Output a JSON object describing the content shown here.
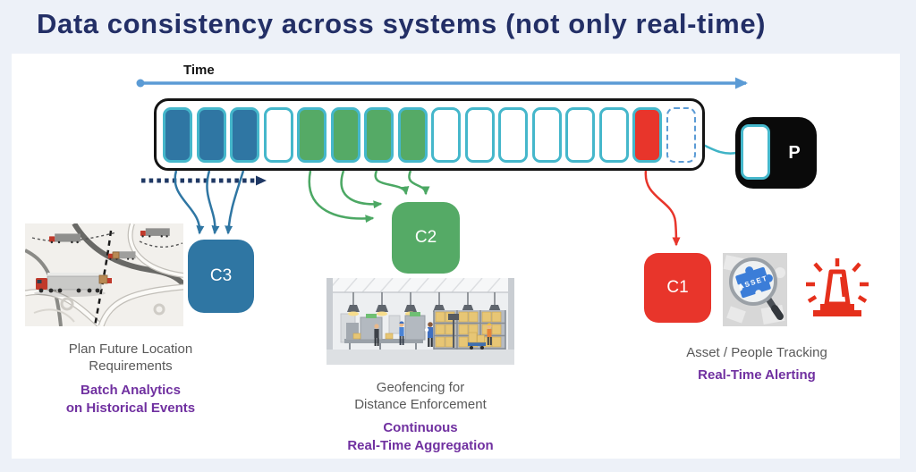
{
  "title": "Data consistency across systems (not only real-time)",
  "timeline": {
    "label": "Time",
    "slots": [
      "blue",
      "blue",
      "blue",
      "empty",
      "green",
      "green",
      "green",
      "green",
      "empty",
      "empty",
      "empty",
      "empty",
      "empty",
      "empty",
      "red",
      "dashed"
    ]
  },
  "producer": {
    "label": "P"
  },
  "consumers": {
    "c3": {
      "label": "C3"
    },
    "c2": {
      "label": "C2"
    },
    "c1": {
      "label": "C1"
    }
  },
  "sections": {
    "batch": {
      "line1": "Plan Future Location",
      "line2": "Requirements",
      "tag1": "Batch Analytics",
      "tag2": "on Historical Events"
    },
    "continuous": {
      "line1": "Geofencing for",
      "line2": "Distance Enforcement",
      "tag1": "Continuous",
      "tag2": "Real-Time Aggregation"
    },
    "realtime": {
      "line1": "Asset / People Tracking",
      "tag1": "Real-Time Alerting"
    }
  },
  "asset_image": {
    "label": "ASSET"
  },
  "colors": {
    "background": "#edf1f8",
    "panel": "#ffffff",
    "title_text": "#232f66",
    "slot_border_teal": "#45b7cb",
    "blue": "#2f76a3",
    "green": "#55aa66",
    "red": "#e8352b",
    "time_arrow_blue": "#5b9bd5",
    "dotted_arrow_navy": "#1f3864",
    "producer_black": "#0a0a0a",
    "gray_text": "#595959",
    "purple_text": "#7030a0"
  }
}
